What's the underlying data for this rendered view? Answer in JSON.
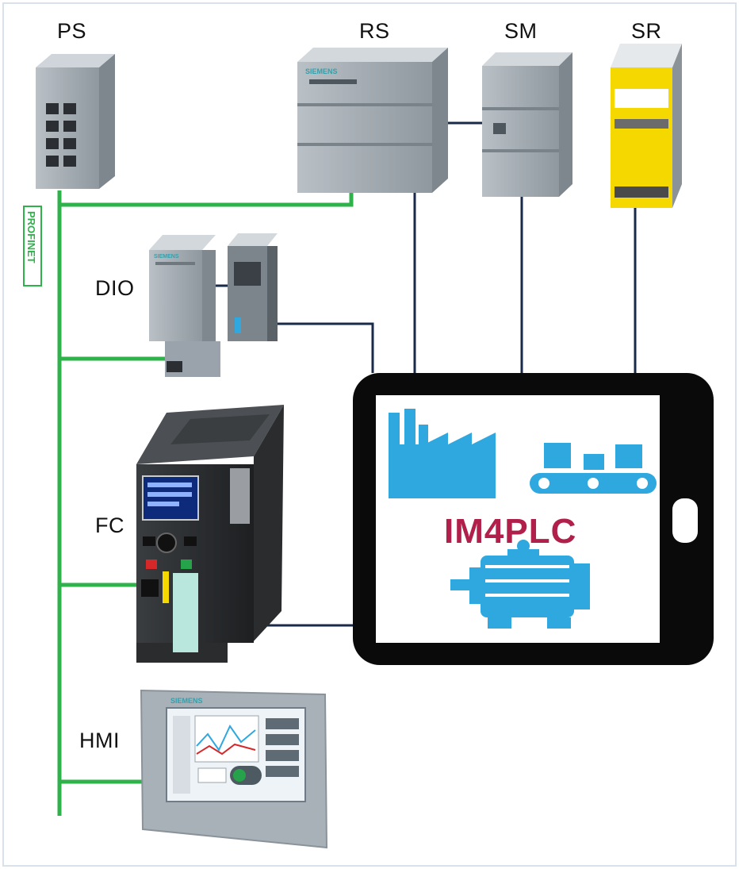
{
  "labels": {
    "ps": "PS",
    "rs": "RS",
    "sm": "SM",
    "sr": "SR",
    "dio": "DIO",
    "fc": "FC",
    "hmi": "HMI"
  },
  "center_title": "IM4PLC",
  "brand_text": "SIEMENS",
  "bus_text": "PROFINET",
  "colors": {
    "profinet_bus": "#2db34a",
    "signal_line": "#1a2a4a",
    "tablet_frame": "#0a0a0a",
    "icon_blue": "#2fa8e0",
    "title": "#b0204a",
    "device_gray": "#9aa3ab",
    "yellow": "#f5d800"
  },
  "icons": [
    "factory-icon",
    "conveyor-icon",
    "motor-icon"
  ]
}
